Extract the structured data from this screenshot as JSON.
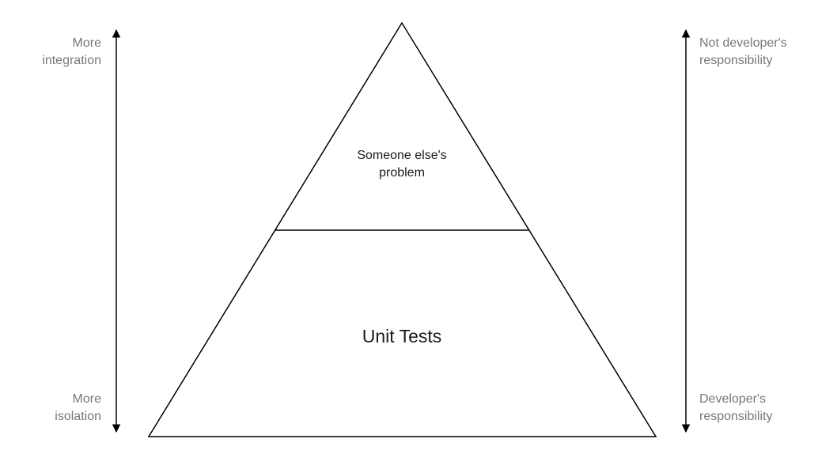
{
  "left_axis": {
    "top_label": "More\nintegration",
    "bottom_label": "More\nisolation"
  },
  "right_axis": {
    "top_label": "Not developer's\nresponsibility",
    "bottom_label": "Developer's\nresponsibility"
  },
  "pyramid": {
    "top_tier_label": "Someone else's\nproblem",
    "bottom_tier_label": "Unit Tests"
  },
  "colors": {
    "stroke": "#000000",
    "side_text": "#777777",
    "tier_text": "#1a1a1a"
  }
}
